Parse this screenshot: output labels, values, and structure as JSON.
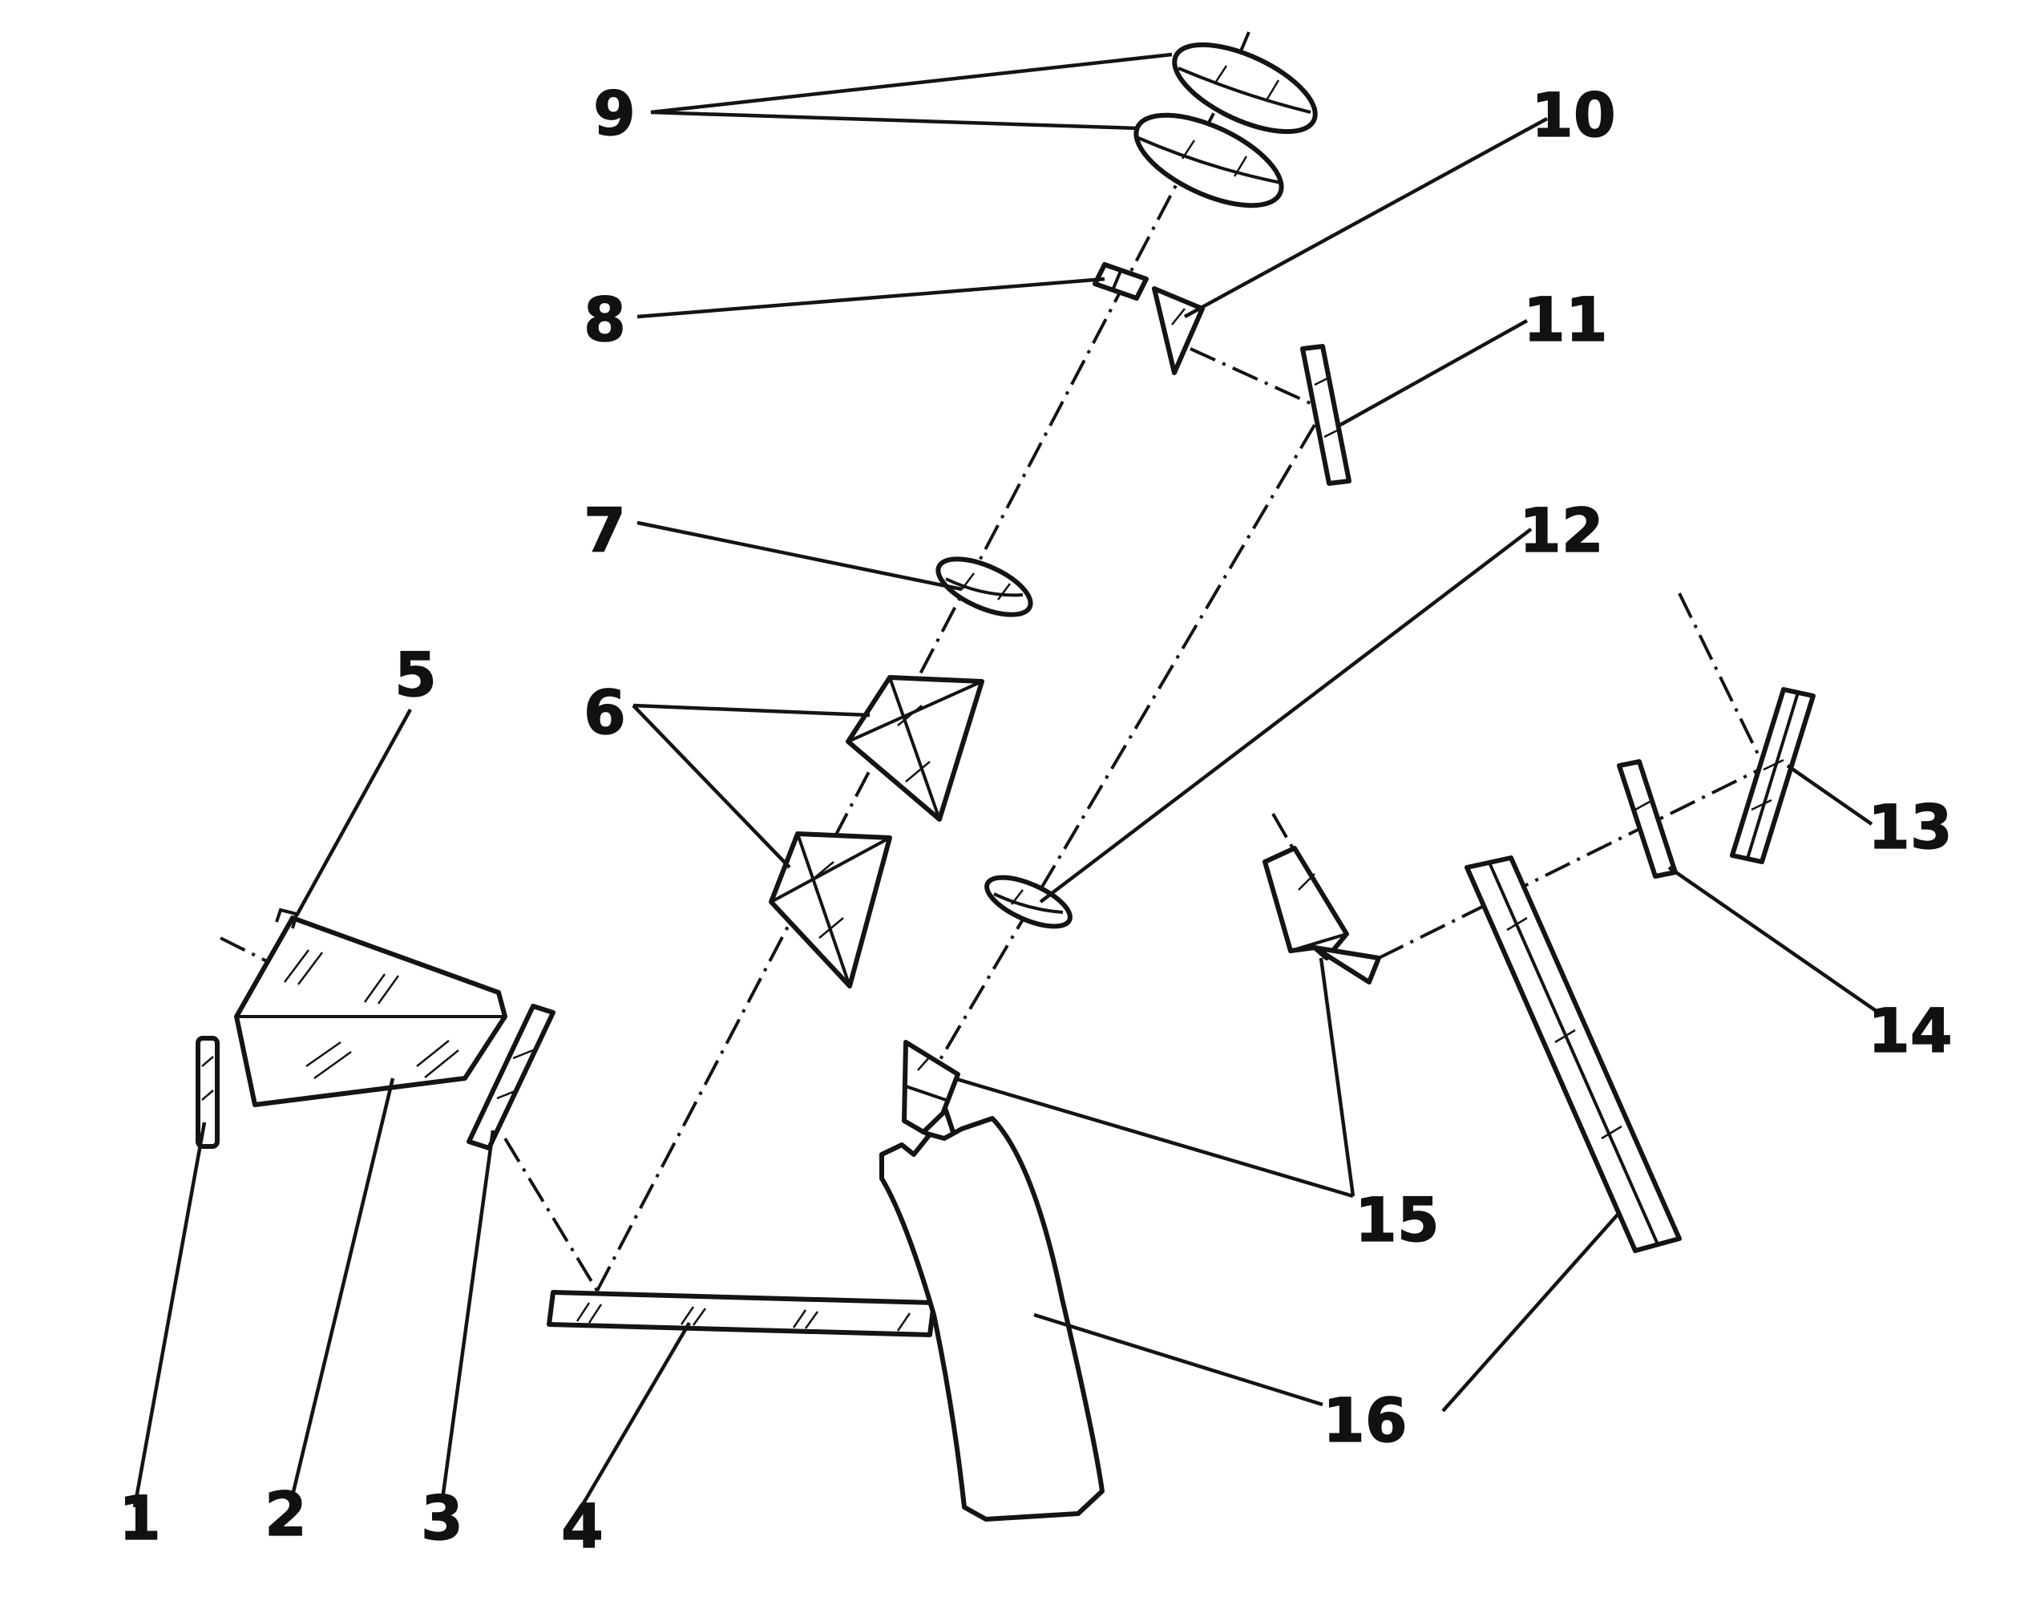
{
  "diagram": {
    "colors": {
      "ink": "#141414",
      "paper": "#ffffff"
    },
    "labels": {
      "l1": "1",
      "l2": "2",
      "l3": "3",
      "l4": "4",
      "l5": "5",
      "l6": "6",
      "l7": "7",
      "l8": "8",
      "l9": "9",
      "l10": "10",
      "l11": "11",
      "l12": "12",
      "l13": "13",
      "l14": "14",
      "l15": "15",
      "l16": "16"
    }
  }
}
